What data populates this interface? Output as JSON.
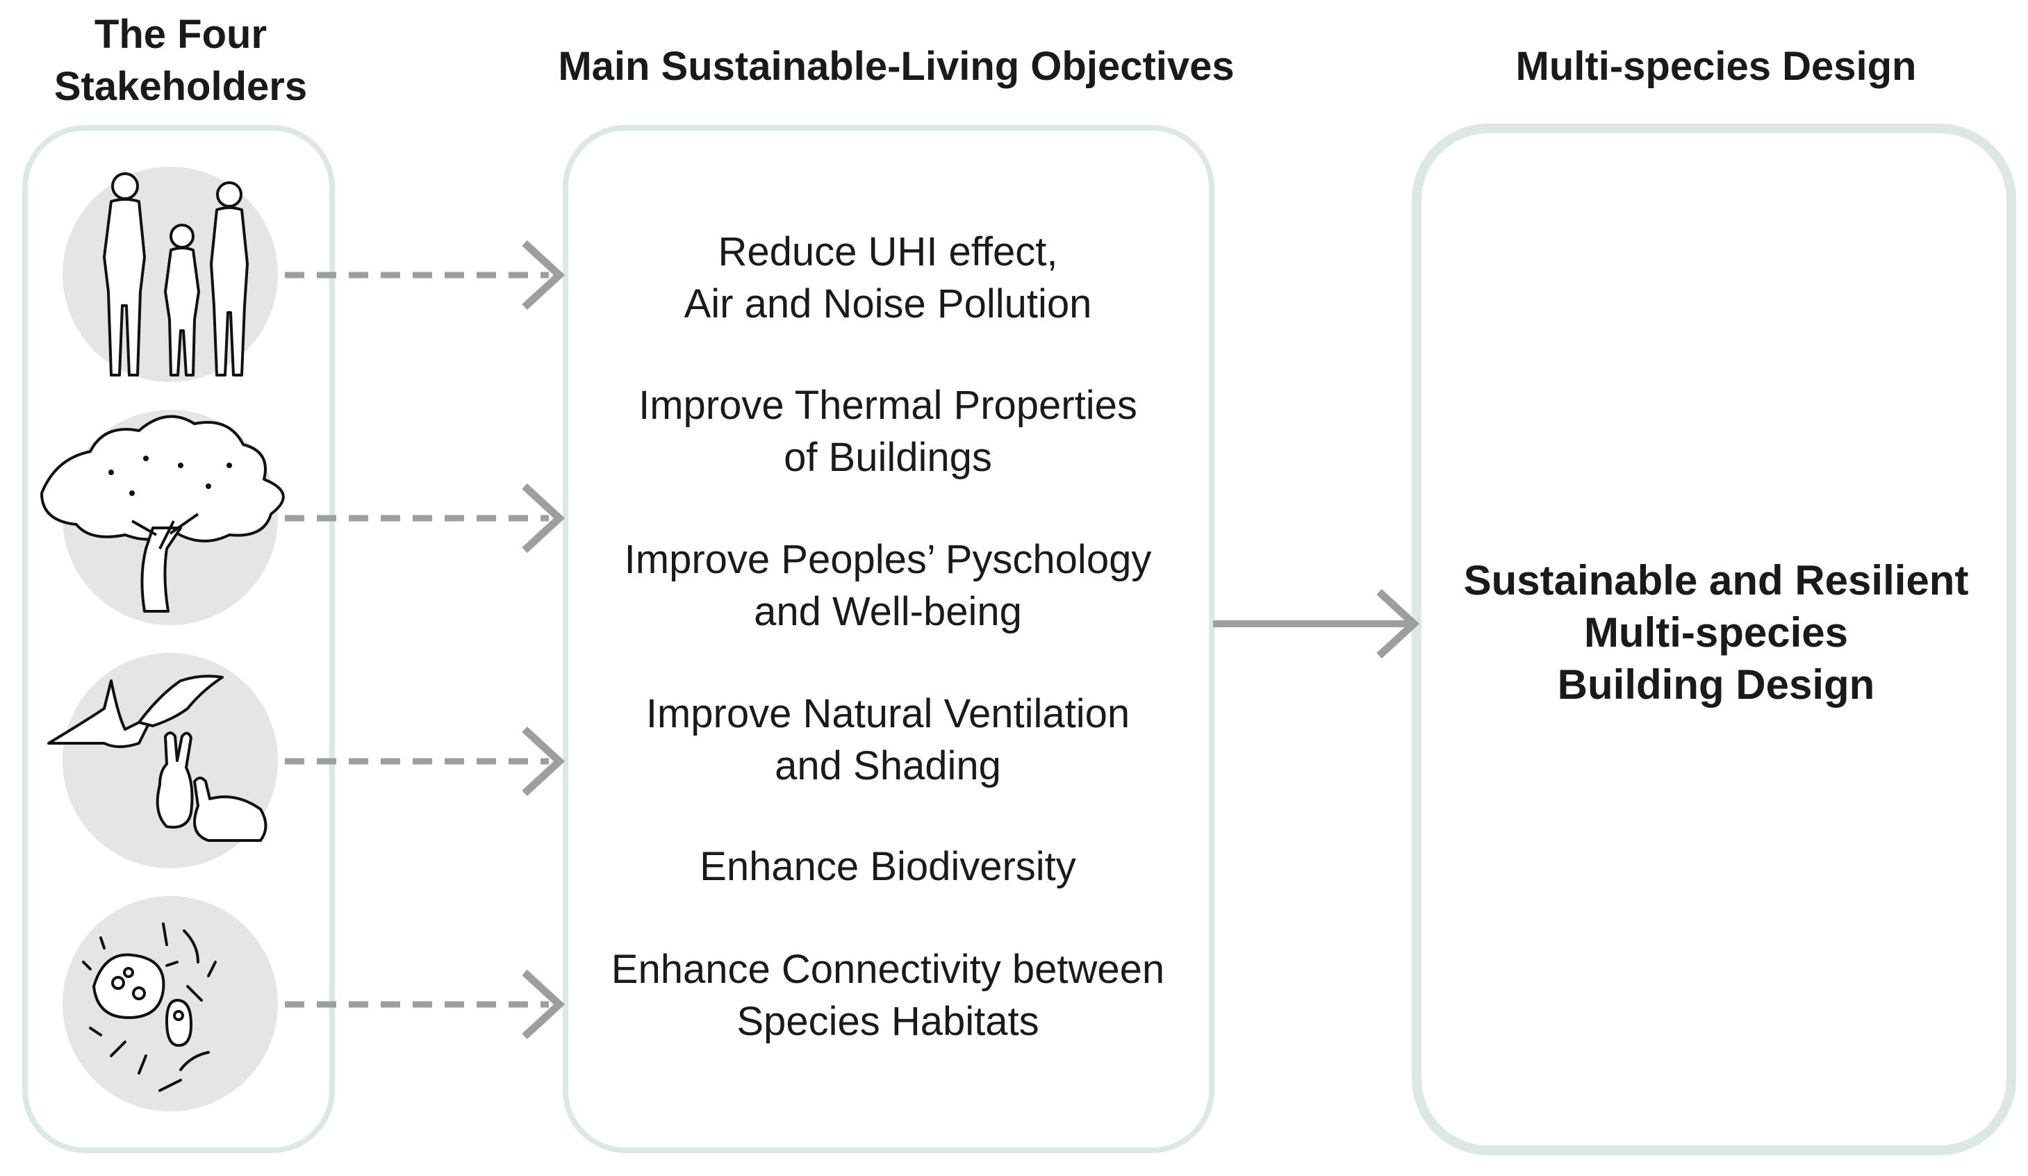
{
  "headings": {
    "stakeholders": "The Four\nStakeholders",
    "objectives": "Main Sustainable-Living Objectives",
    "design": "Multi-species Design"
  },
  "stakeholders": [
    {
      "icon": "people-family-icon"
    },
    {
      "icon": "tree-icon"
    },
    {
      "icon": "birds-rabbits-icon"
    },
    {
      "icon": "microorganisms-icon"
    }
  ],
  "objectives": [
    "Reduce UHI effect,\nAir and Noise Pollution",
    "Improve Thermal Properties\nof Buildings",
    "Improve Peoples’ Pyschology\nand Well-being",
    "Improve Natural Ventilation\nand Shading",
    "Enhance Biodiversity",
    "Enhance Connectivity between\nSpecies Habitats"
  ],
  "outcome": "Sustainable and Resilient\nMulti-species\nBuilding Design",
  "colors": {
    "panel_border": "#dbe8e3",
    "circle_fill": "#e5e5e6",
    "arrow": "#9c9ea0"
  }
}
